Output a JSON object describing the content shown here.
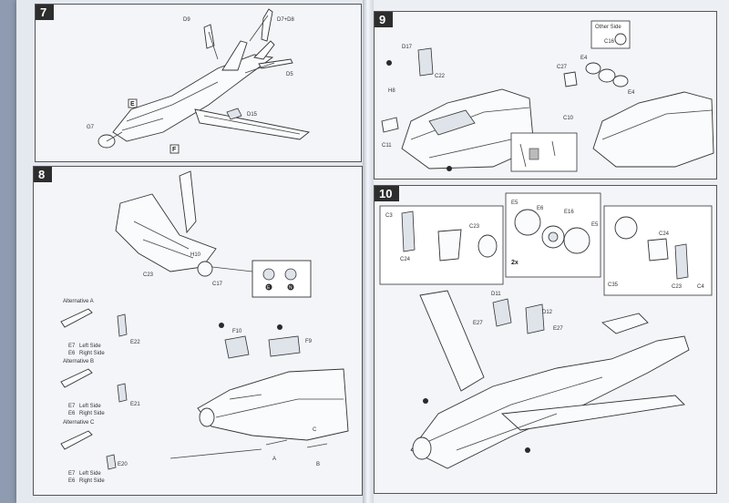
{
  "steps": {
    "s7": "7",
    "s8": "8",
    "s9": "9",
    "s10": "10"
  },
  "labels7": [
    "D9",
    "D7+D8",
    "D5",
    "D15",
    "G7"
  ],
  "boxes7": [
    "E",
    "F"
  ],
  "labels8": [
    "H10",
    "C23",
    "C17",
    "F10",
    "F9",
    "A",
    "B",
    "C"
  ],
  "circles8": [
    "E",
    "N"
  ],
  "alt8": {
    "a_title": "Alternative A",
    "a_parts": [
      "E7",
      "Left Side",
      "E6",
      "Right Side",
      "E22"
    ],
    "b_title": "Alternative B",
    "b_parts": [
      "E7",
      "Left Side",
      "E6",
      "Right Side",
      "E21"
    ],
    "c_title": "Alternative C",
    "c_parts": [
      "E7",
      "Left Side",
      "E6",
      "Right Side",
      "E20"
    ]
  },
  "labels9": [
    "D17",
    "C22",
    "H8",
    "C11",
    "C27",
    "E4",
    "C16",
    "E4",
    "C10"
  ],
  "other_side": "Other Side",
  "labels10": [
    "C3",
    "C23",
    "C24",
    "E5",
    "E6",
    "E16",
    "E5",
    "2x",
    "D11",
    "E27",
    "D12",
    "E27",
    "C24",
    "C35",
    "C23",
    "C4"
  ],
  "colors": {
    "ink": "#333333",
    "paper": "#eceff4",
    "background": "#8e9bb0"
  }
}
